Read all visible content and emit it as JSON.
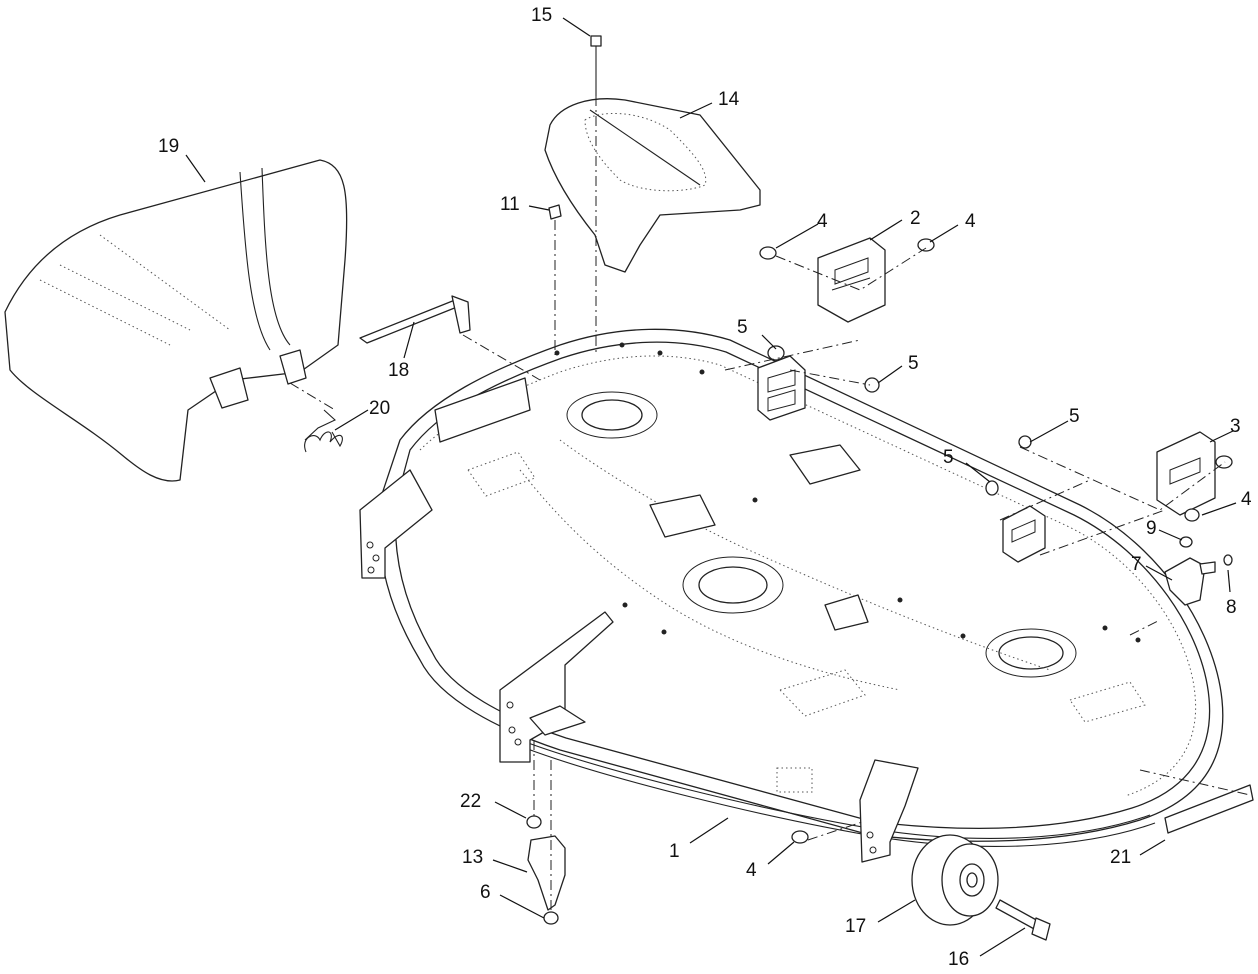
{
  "callouts": [
    {
      "label": "1"
    },
    {
      "label": "2"
    },
    {
      "label": "3"
    },
    {
      "label": "4"
    },
    {
      "label": "4"
    },
    {
      "label": "4"
    },
    {
      "label": "4"
    },
    {
      "label": "5"
    },
    {
      "label": "5"
    },
    {
      "label": "5"
    },
    {
      "label": "5"
    },
    {
      "label": "6"
    },
    {
      "label": "7"
    },
    {
      "label": "8"
    },
    {
      "label": "9"
    },
    {
      "label": "11"
    },
    {
      "label": "13"
    },
    {
      "label": "14"
    },
    {
      "label": "15"
    },
    {
      "label": "16"
    },
    {
      "label": "17"
    },
    {
      "label": "18"
    },
    {
      "label": "19"
    },
    {
      "label": "20"
    },
    {
      "label": "21"
    },
    {
      "label": "22"
    }
  ]
}
